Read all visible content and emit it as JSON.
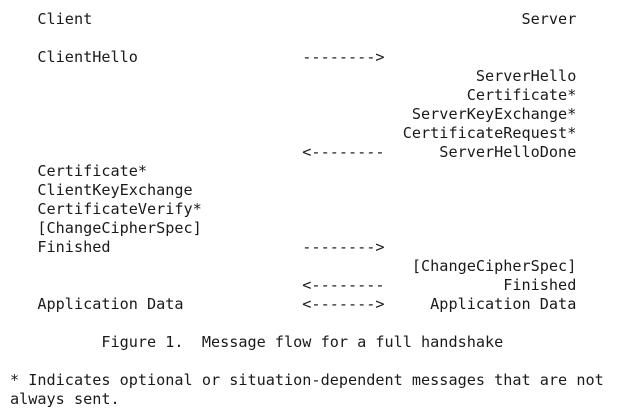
{
  "diagram": {
    "lines": [
      "   Client                                               Server",
      "",
      "   ClientHello                  -------->",
      "                                                   ServerHello",
      "                                                  Certificate*",
      "                                            ServerKeyExchange*",
      "                                           CertificateRequest*",
      "                                <--------      ServerHelloDone",
      "   Certificate*",
      "   ClientKeyExchange",
      "   CertificateVerify*",
      "   [ChangeCipherSpec]",
      "   Finished                     -------->",
      "                                            [ChangeCipherSpec]",
      "                                <--------             Finished",
      "   Application Data             <------->     Application Data",
      "",
      "          Figure 1.  Message flow for a full handshake",
      "",
      "* Indicates optional or situation-dependent messages that are not",
      "always sent."
    ]
  }
}
